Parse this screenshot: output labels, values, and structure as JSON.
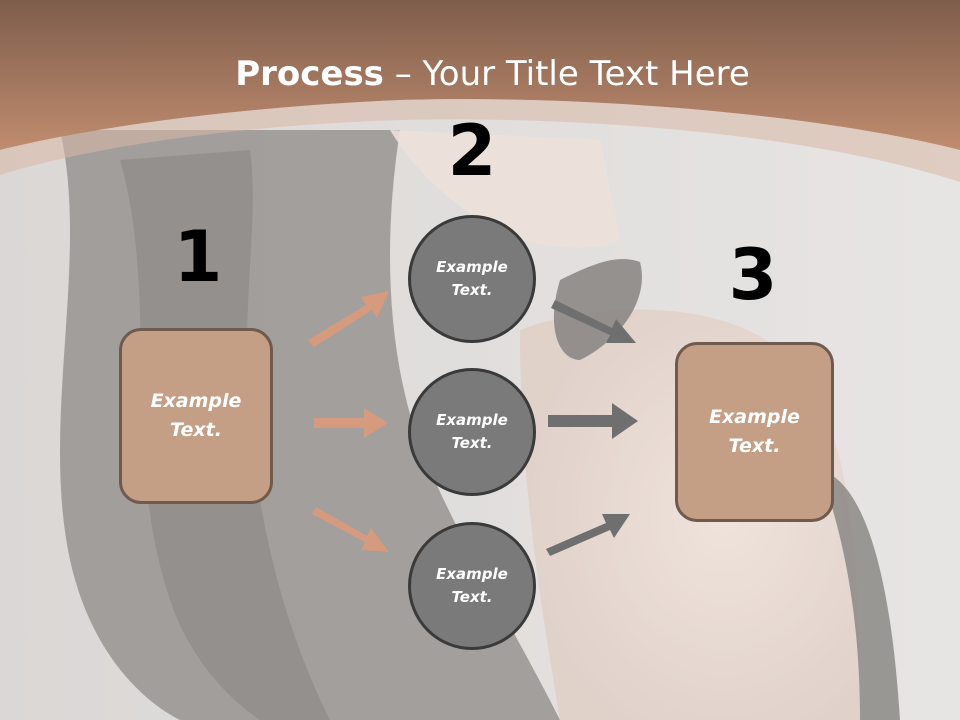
{
  "title": {
    "bold": "Process",
    "rest": " – Your Title Text Here"
  },
  "steps": {
    "n1": "1",
    "n2": "2",
    "n3": "3"
  },
  "boxes": {
    "left": "Example Text.",
    "right": "Example Text."
  },
  "circles": [
    {
      "label": "Example Text."
    },
    {
      "label": "Example Text."
    },
    {
      "label": "Example Text."
    }
  ],
  "colors": {
    "banner": "#b07a5f",
    "box_fill": "#c49e85",
    "circle_fill": "#7a7a7a",
    "arrow_tan": "#d69b7f",
    "arrow_gray": "#6f6f6f"
  }
}
